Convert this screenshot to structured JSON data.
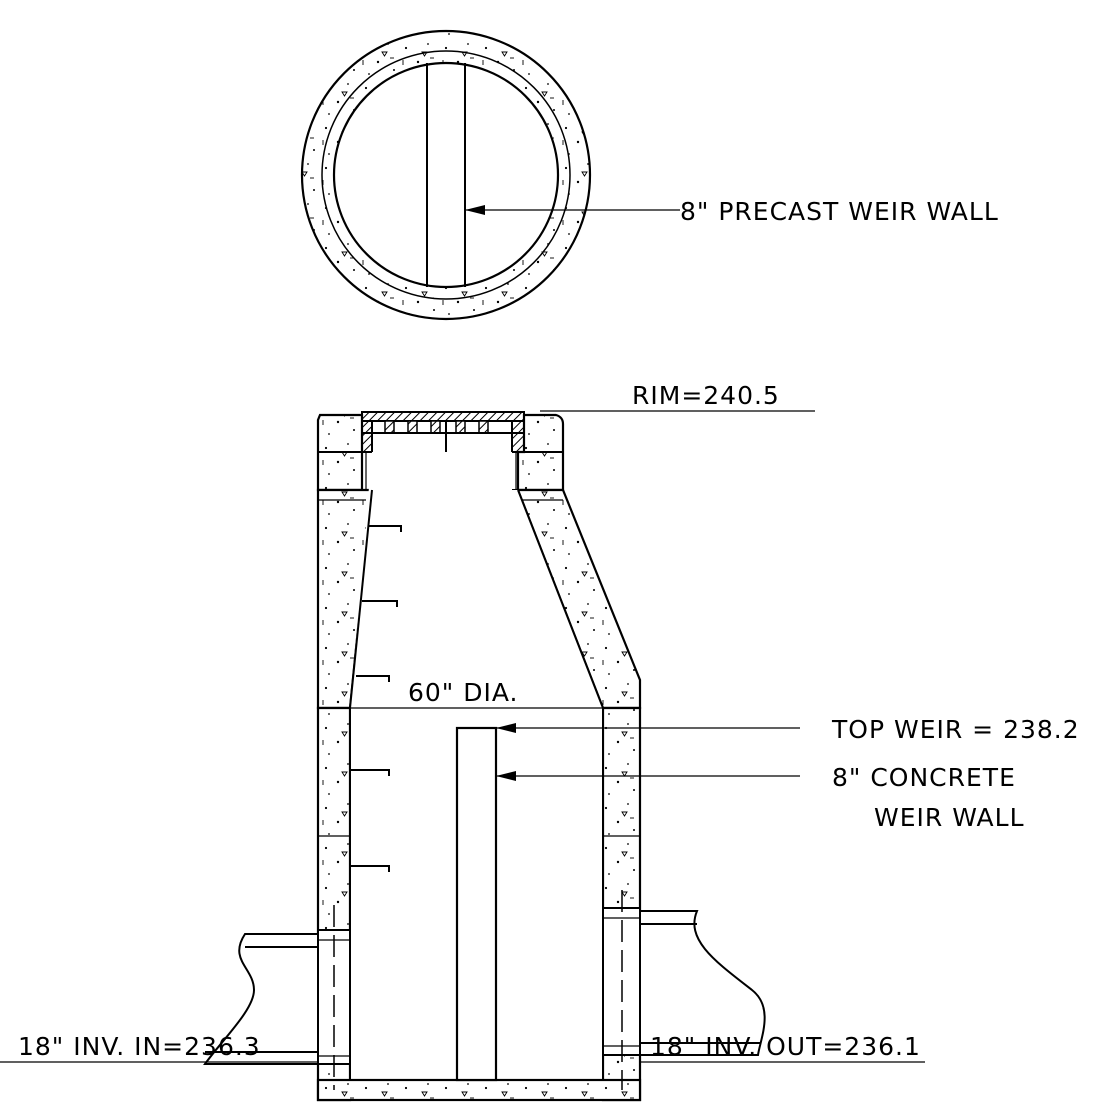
{
  "labels": {
    "plan_weir": "8\" PRECAST WEIR WALL",
    "rim": "RIM=240.5",
    "diameter": "60\" DIA.",
    "top_weir": "TOP WEIR = 238.2",
    "concrete_weir_1": "8\" CONCRETE",
    "concrete_weir_2": "WEIR WALL",
    "inv_in": "18\" INV. IN=236.3",
    "inv_out": "18\" INV. OUT=236.1"
  }
}
